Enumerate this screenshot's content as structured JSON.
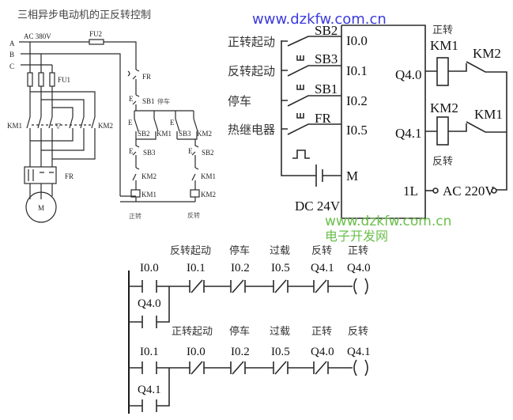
{
  "title": "三相异步电动机的正反转控制",
  "watermarks": {
    "url_top": "www.dzkfw.com.cn",
    "url_mid": "www.dzkfw.com.cn",
    "site_name": "电子开发网"
  },
  "power_circuit": {
    "phases": [
      "A",
      "B",
      "C"
    ],
    "supply": "AC 380V",
    "fuse_control": "FU2",
    "fuse_main": "FU1",
    "contactor_left": "KM1",
    "contactor_right": "KM2",
    "interlock_symbol": "▽",
    "thermal_relay": "FR",
    "motor": "M"
  },
  "control_circuit": {
    "fr_contact": "FR",
    "stop_button": "SB1",
    "stop_label": "停车",
    "left_start": "SB2",
    "left_hold": "KM1",
    "right_start": "SB3",
    "right_hold": "KM2",
    "left_interlock_button": "SB3",
    "right_interlock_button": "SB2",
    "left_interlock_contact": "KM2",
    "right_interlock_contact": "KM1",
    "left_coil": "KM1",
    "right_coil": "KM2",
    "left_caption": "正转",
    "right_caption": "反转"
  },
  "plc_wiring": {
    "inputs": [
      {
        "label": "正转起动",
        "button": "SB2",
        "address": "I0.0"
      },
      {
        "label": "反转起动",
        "button": "SB3",
        "address": "I0.1"
      },
      {
        "label": "停车",
        "button": "SB1",
        "address": "I0.2"
      },
      {
        "label": "热继电器",
        "button": "FR",
        "address": "I0.5"
      }
    ],
    "common": "M",
    "dc_supply": "DC 24V",
    "outputs": [
      {
        "address": "Q4.0",
        "coil": "KM1",
        "caption": "正转",
        "interlock": "KM2"
      },
      {
        "address": "Q4.1",
        "coil": "KM2",
        "caption": "反转",
        "interlock": "KM1"
      }
    ],
    "output_common": "1L",
    "ac_supply": "AC 220V"
  },
  "ladder": {
    "rungs": [
      {
        "start": "I0.0",
        "hold": "Q4.0",
        "contacts": [
          {
            "comment": "反转起动",
            "address": "I0.1"
          },
          {
            "comment": "停车",
            "address": "I0.2"
          },
          {
            "comment": "过载",
            "address": "I0.5"
          },
          {
            "comment": "反转",
            "address": "Q4.1"
          }
        ],
        "coil": {
          "comment": "正转",
          "address": "Q4.0"
        }
      },
      {
        "start": "I0.1",
        "hold": "Q4.1",
        "contacts": [
          {
            "comment": "正转起动",
            "address": "I0.0"
          },
          {
            "comment": "停车",
            "address": "I0.2"
          },
          {
            "comment": "过载",
            "address": "I0.5"
          },
          {
            "comment": "正转",
            "address": "Q4.0"
          }
        ],
        "coil": {
          "comment": "反转",
          "address": "Q4.1"
        }
      }
    ]
  }
}
